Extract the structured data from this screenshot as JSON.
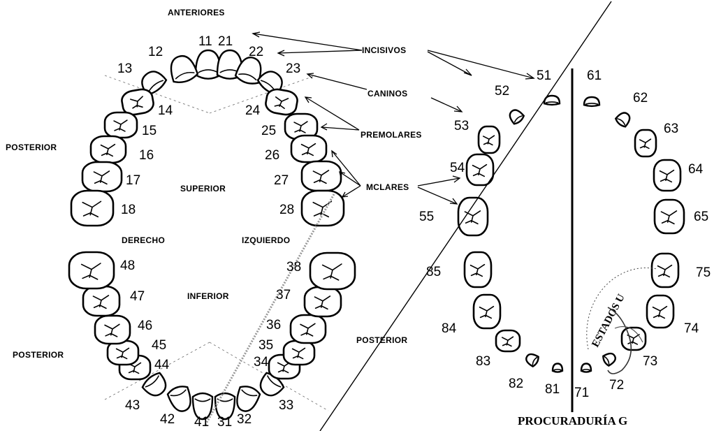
{
  "labels": {
    "anteriores": "ANTERIORES",
    "incisivos": "INCISIVOS",
    "caninos": "CANINOS",
    "premolares": "PREMOLARES",
    "molares": "MCLARES",
    "posterior_left_upper": "POSTERIOR",
    "posterior_left_lower": "POSTERIOR",
    "posterior_right": "POSTERIOR",
    "superior": "SUPERIOR",
    "inferior": "INFERIOR",
    "derecho": "DERECHO",
    "izquierdo": "IZQUIERDO"
  },
  "stamp": "PROCURADURÍA G",
  "seal_text": "ESTADOS U",
  "permanent_numbers": {
    "upper_right": [
      "11",
      "12",
      "13",
      "14",
      "15",
      "16",
      "17",
      "18"
    ],
    "upper_left": [
      "21",
      "22",
      "23",
      "24",
      "25",
      "26",
      "27",
      "28"
    ],
    "lower_left": [
      "31",
      "32",
      "33",
      "34",
      "35",
      "36",
      "37",
      "38"
    ],
    "lower_right": [
      "41",
      "42",
      "43",
      "44",
      "45",
      "46",
      "47",
      "48"
    ]
  },
  "deciduous_numbers": {
    "upper_right": [
      "51",
      "52",
      "53",
      "54",
      "55"
    ],
    "upper_left": [
      "61",
      "62",
      "63",
      "64",
      "65"
    ],
    "lower_left": [
      "71",
      "72",
      "73",
      "74",
      "75"
    ],
    "lower_right": [
      "81",
      "82",
      "83",
      "84",
      "85"
    ]
  }
}
